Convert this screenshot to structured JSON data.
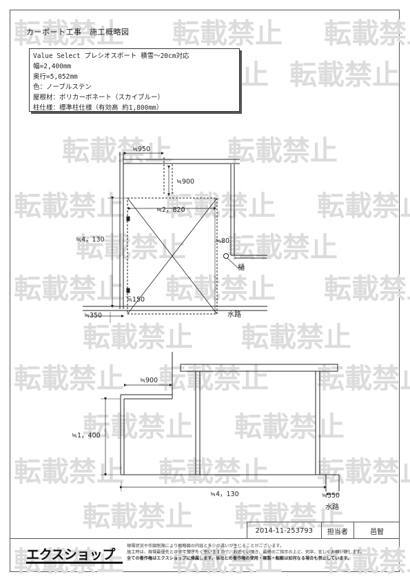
{
  "watermark_text": "転載禁止",
  "title": "カーポート工事　施工概略図",
  "spec": {
    "lines": [
      "Value Select プレシオスポート 積雪～20cm対応",
      "幅=2,400mm",
      "奥行=5,052mm",
      "色：ノーブルステン",
      "屋根材：ポリカーボネート（スカイブルー）",
      "柱仕様：標準柱仕様（有効高 約1,800mm）"
    ]
  },
  "plan": {
    "dim_950": "≒950",
    "dim_900": "≒900",
    "dim_2820": "≒2，820",
    "dim_4130": "≒4，130",
    "dim_80": "≒80",
    "dim_150": "≒150",
    "dim_350": "≒350",
    "label_gutter": "樋",
    "label_waterway": "水路"
  },
  "elevation": {
    "dim_900": "≒900",
    "dim_1400": "≒1，400",
    "dim_4130": "≒4，130",
    "dim_350": "≒350",
    "label_waterway": "水路"
  },
  "info": {
    "doc_number": "2014-11-253793",
    "person_label": "担当者",
    "person_name": "邑智"
  },
  "footer": {
    "logo": "エクスショップ",
    "note1": "現場状況や作図制限により概略図の内容と多少の違いが生じることがございます。",
    "note2": "施工時は、現場最優先とさせて頂きたく思いますので、お近くい頂き、最終のご指示の上ど、何卒、宜しくお願い致します。",
    "note3": "全ての著作権はエクスショップに帰属します。当社との著作権の使用・複製・転載は如何なる場合も禁止しています。"
  }
}
